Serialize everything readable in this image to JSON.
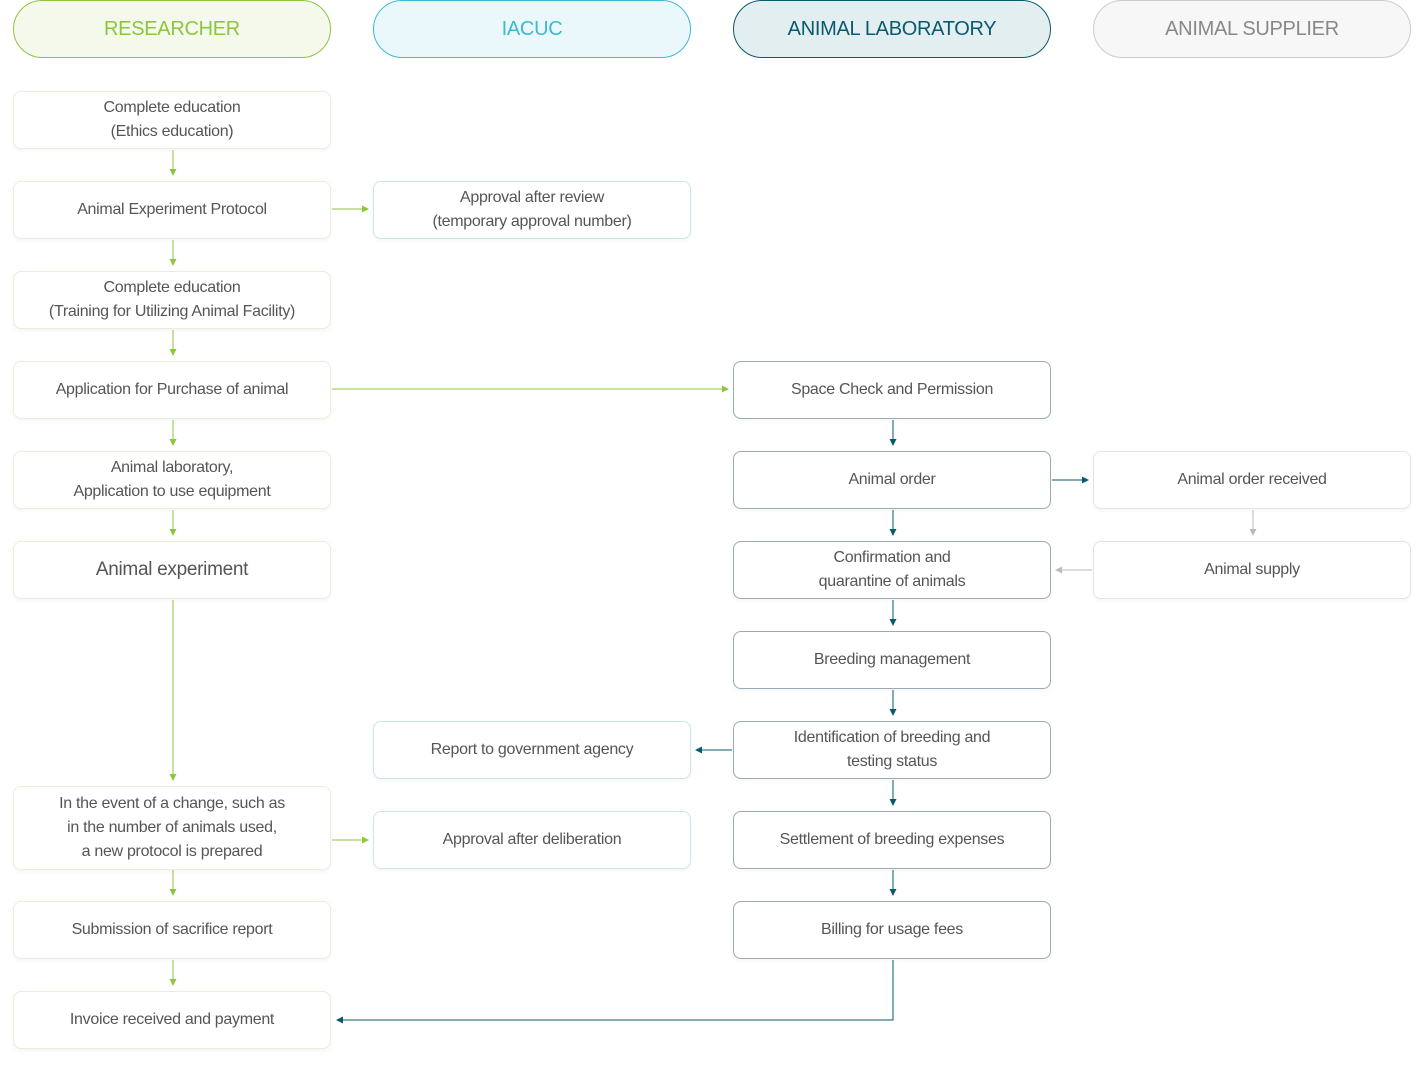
{
  "colors": {
    "researcher": "#8cc63f",
    "iacuc": "#3db9d3",
    "laboratory": "#0a5a6e",
    "supplier": "#bbbbbb"
  },
  "lanes": {
    "researcher": "RESEARCHER",
    "iacuc": "IACUC",
    "laboratory": "ANIMAL LABORATORY",
    "supplier": "ANIMAL SUPPLIER"
  },
  "nodes": {
    "r1": "Complete education\n(Ethics education)",
    "r2": "Animal Experiment Protocol",
    "r3": "Complete education\n(Training for Utilizing Animal Facility)",
    "r4": "Application for Purchase of animal",
    "r5": "Animal laboratory,\nApplication to use equipment",
    "r6": "Animal experiment",
    "r7": "In the event of a change, such as\nin the number of animals used,\na new protocol is prepared",
    "r8": "Submission of sacrifice report",
    "r9": "Invoice received and payment",
    "i1": "Approval after review\n(temporary approval number)",
    "i2": "Report to government agency",
    "i3": "Approval after deliberation",
    "l1": "Space Check and Permission",
    "l2": "Animal order",
    "l3": "Confirmation and\nquarantine of animals",
    "l4": "Breeding management",
    "l5": "Identification of breeding and\ntesting status",
    "l6": "Settlement of breeding expenses",
    "l7": "Billing for usage fees",
    "s1": "Animal order received",
    "s2": "Animal supply"
  }
}
